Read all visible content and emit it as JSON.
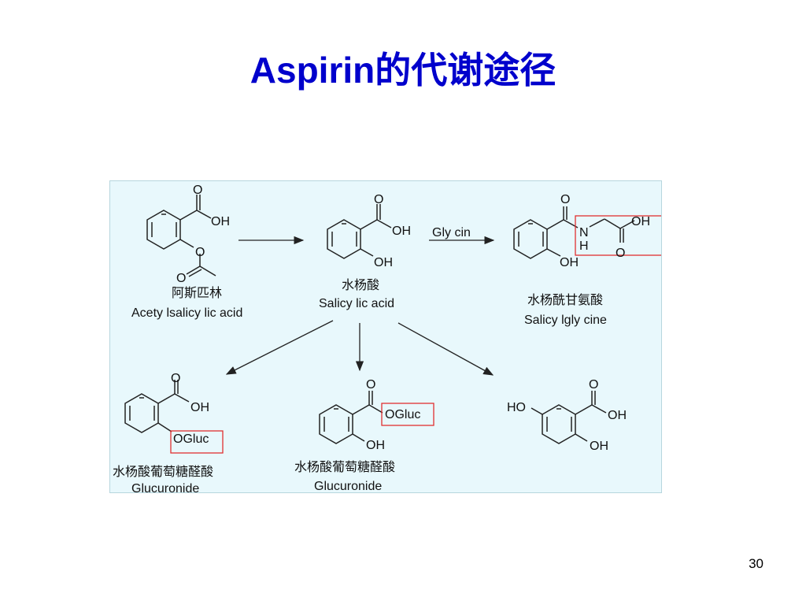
{
  "slide": {
    "title": "Aspirin的代谢途径",
    "page_number": "30"
  },
  "colors": {
    "title": "#0000cc",
    "panel_background": "#e8f8fc",
    "highlight_box": "#e03030",
    "bond": "#222222"
  },
  "compounds": {
    "aspirin": {
      "name_cn": "阿斯匹林",
      "name_en": "Acety lsalicy lic acid",
      "atom_o_top": "O",
      "atom_oh": "OH",
      "atom_o_ester": "O",
      "atom_o_carbonyl": "O"
    },
    "salicylic": {
      "name_cn": "水杨酸",
      "name_en": "Salicy lic acid",
      "atom_o_top": "O",
      "atom_oh": "OH",
      "atom_oh_ring": "OH"
    },
    "salicyluric": {
      "name_cn": "水杨酰甘氨酸",
      "name_en": "Salicy lgly cine",
      "atom_o_top": "O",
      "atom_n": "N",
      "atom_h": "H",
      "atom_oh": "OH",
      "atom_o_bottom": "O",
      "atom_oh_ring": "OH"
    },
    "ester_glucuronide": {
      "name_cn": "水杨酸葡萄糖醛酸",
      "name_en": "Glucuronide",
      "atom_o_top": "O",
      "atom_oh": "OH",
      "atom_ogluc": "OGluc"
    },
    "ether_glucuronide": {
      "name_cn": "水杨酸葡萄糖醛酸",
      "name_en": "Glucuronide",
      "atom_o_top": "O",
      "atom_ogluc": "OGluc",
      "atom_oh_ring": "OH"
    },
    "gentisic": {
      "atom_ho": "HO",
      "atom_o_top": "O",
      "atom_oh": "OH",
      "atom_oh_ring": "OH"
    }
  },
  "arrows": {
    "glycine_label": "Gly cin"
  }
}
